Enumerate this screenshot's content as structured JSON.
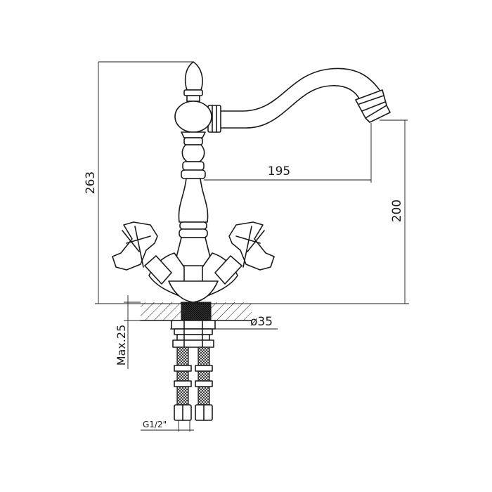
{
  "dimensions": {
    "total_height": "263",
    "spout_reach": "195",
    "spout_height": "200",
    "max_thickness": "Max.25",
    "hole_diameter": "ø35",
    "connection_thread": "G1/2\""
  },
  "colors": {
    "line": "#1a1a1a",
    "background": "#ffffff"
  }
}
